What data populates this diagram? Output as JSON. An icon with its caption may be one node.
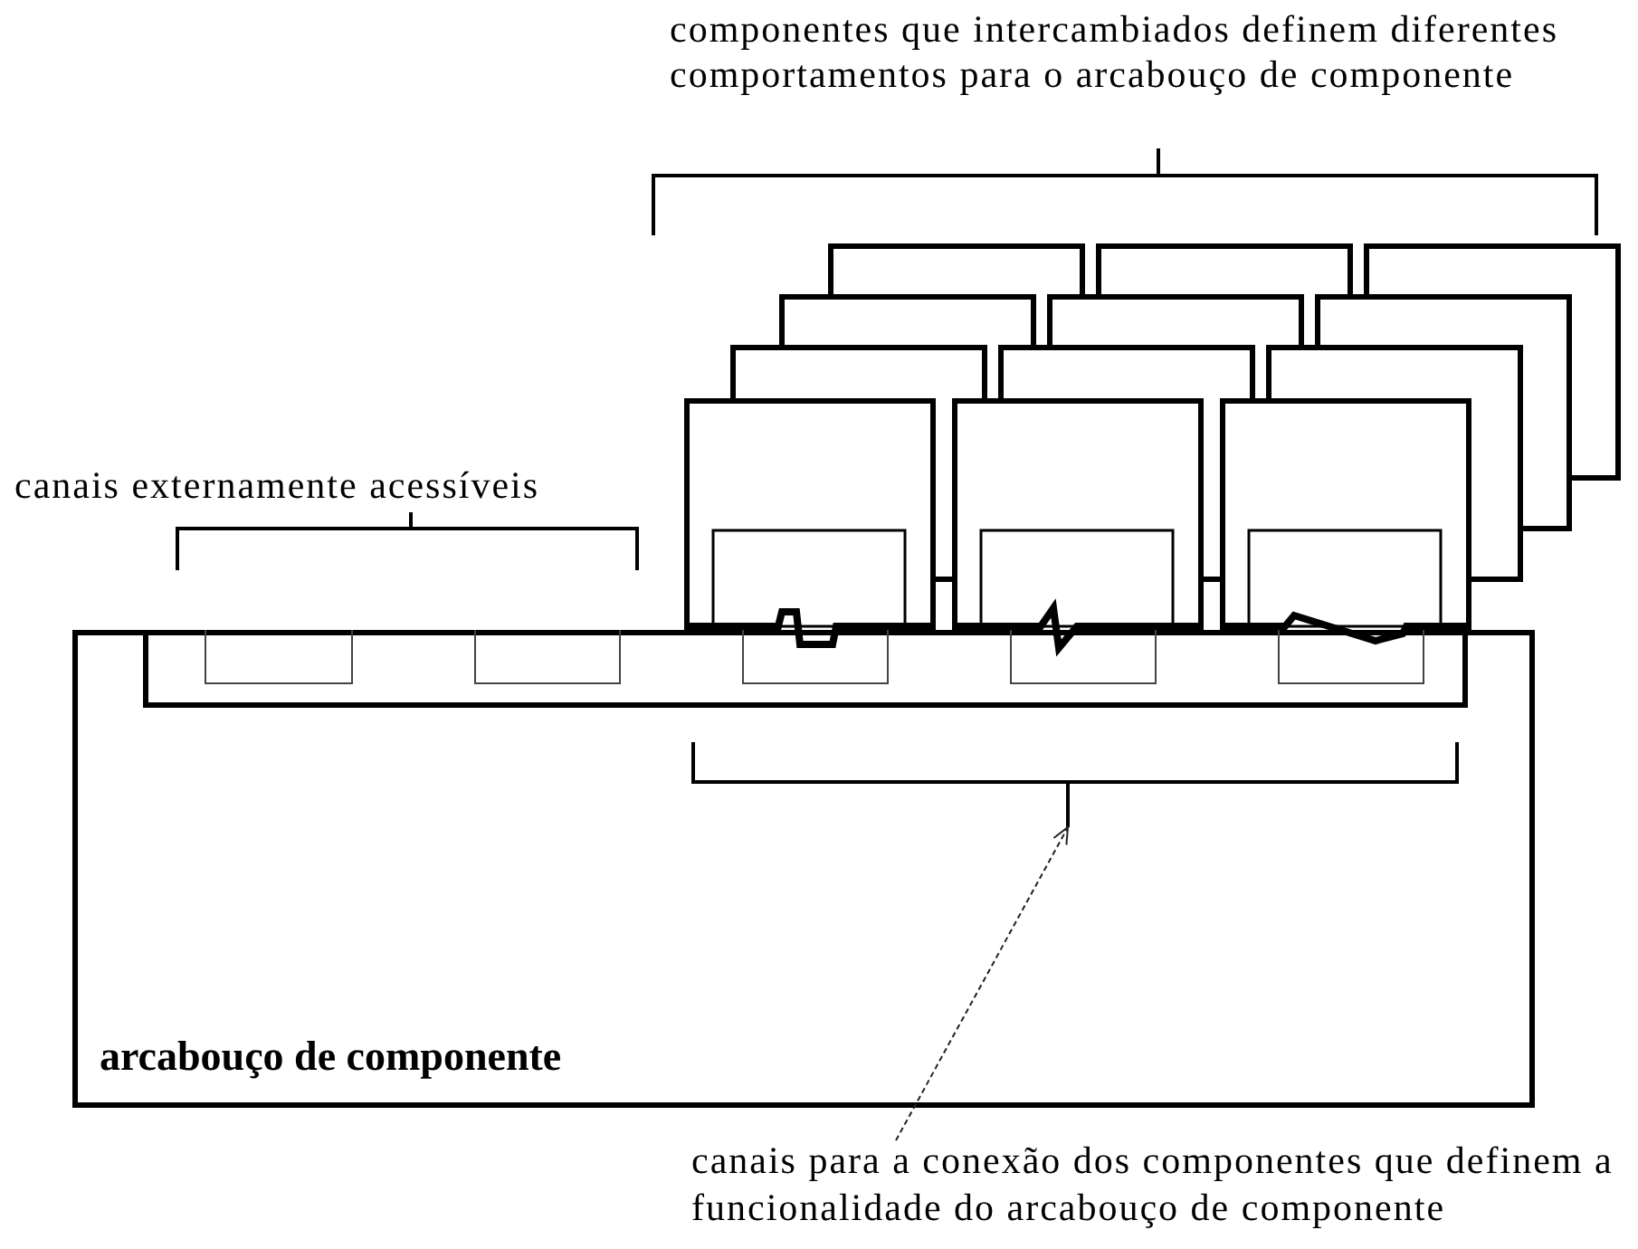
{
  "diagram": {
    "nodes": [
      {
        "text": [
          "arcabouço de componente"
        ]
      },
      {
        "text": [],
        "shape": "box",
        "in": 0
      },
      {
        "text": [],
        "shape": "box",
        "in": 1
      },
      {
        "text": [],
        "shape": "box",
        "in": 1
      },
      {
        "text": [],
        "shape": "box",
        "in": 1
      },
      {
        "text": [],
        "shape": "box",
        "in": 1
      },
      {
        "text": [],
        "shape": "box",
        "in": 1
      },
      {
        "text": [],
        "shape": "box"
      },
      {
        "text": [],
        "shape": "box"
      },
      {
        "text": [],
        "shape": "box"
      },
      {
        "text": [
          "canais para a conexão dos componentes que definem a funcionalidade do arcabouço de componente"
        ]
      },
      {
        "text": [],
        "shape": "bracket",
        "in": 0
      }
    ],
    "edges": [
      {
        "from": 10,
        "to": 11,
        "arrow": "to",
        "style": "dashed"
      }
    ],
    "labels": [
      "componentes que intercambiados definem diferentes comportamentos para o arcabouço de componente",
      "canais externamente acessíveis"
    ]
  }
}
